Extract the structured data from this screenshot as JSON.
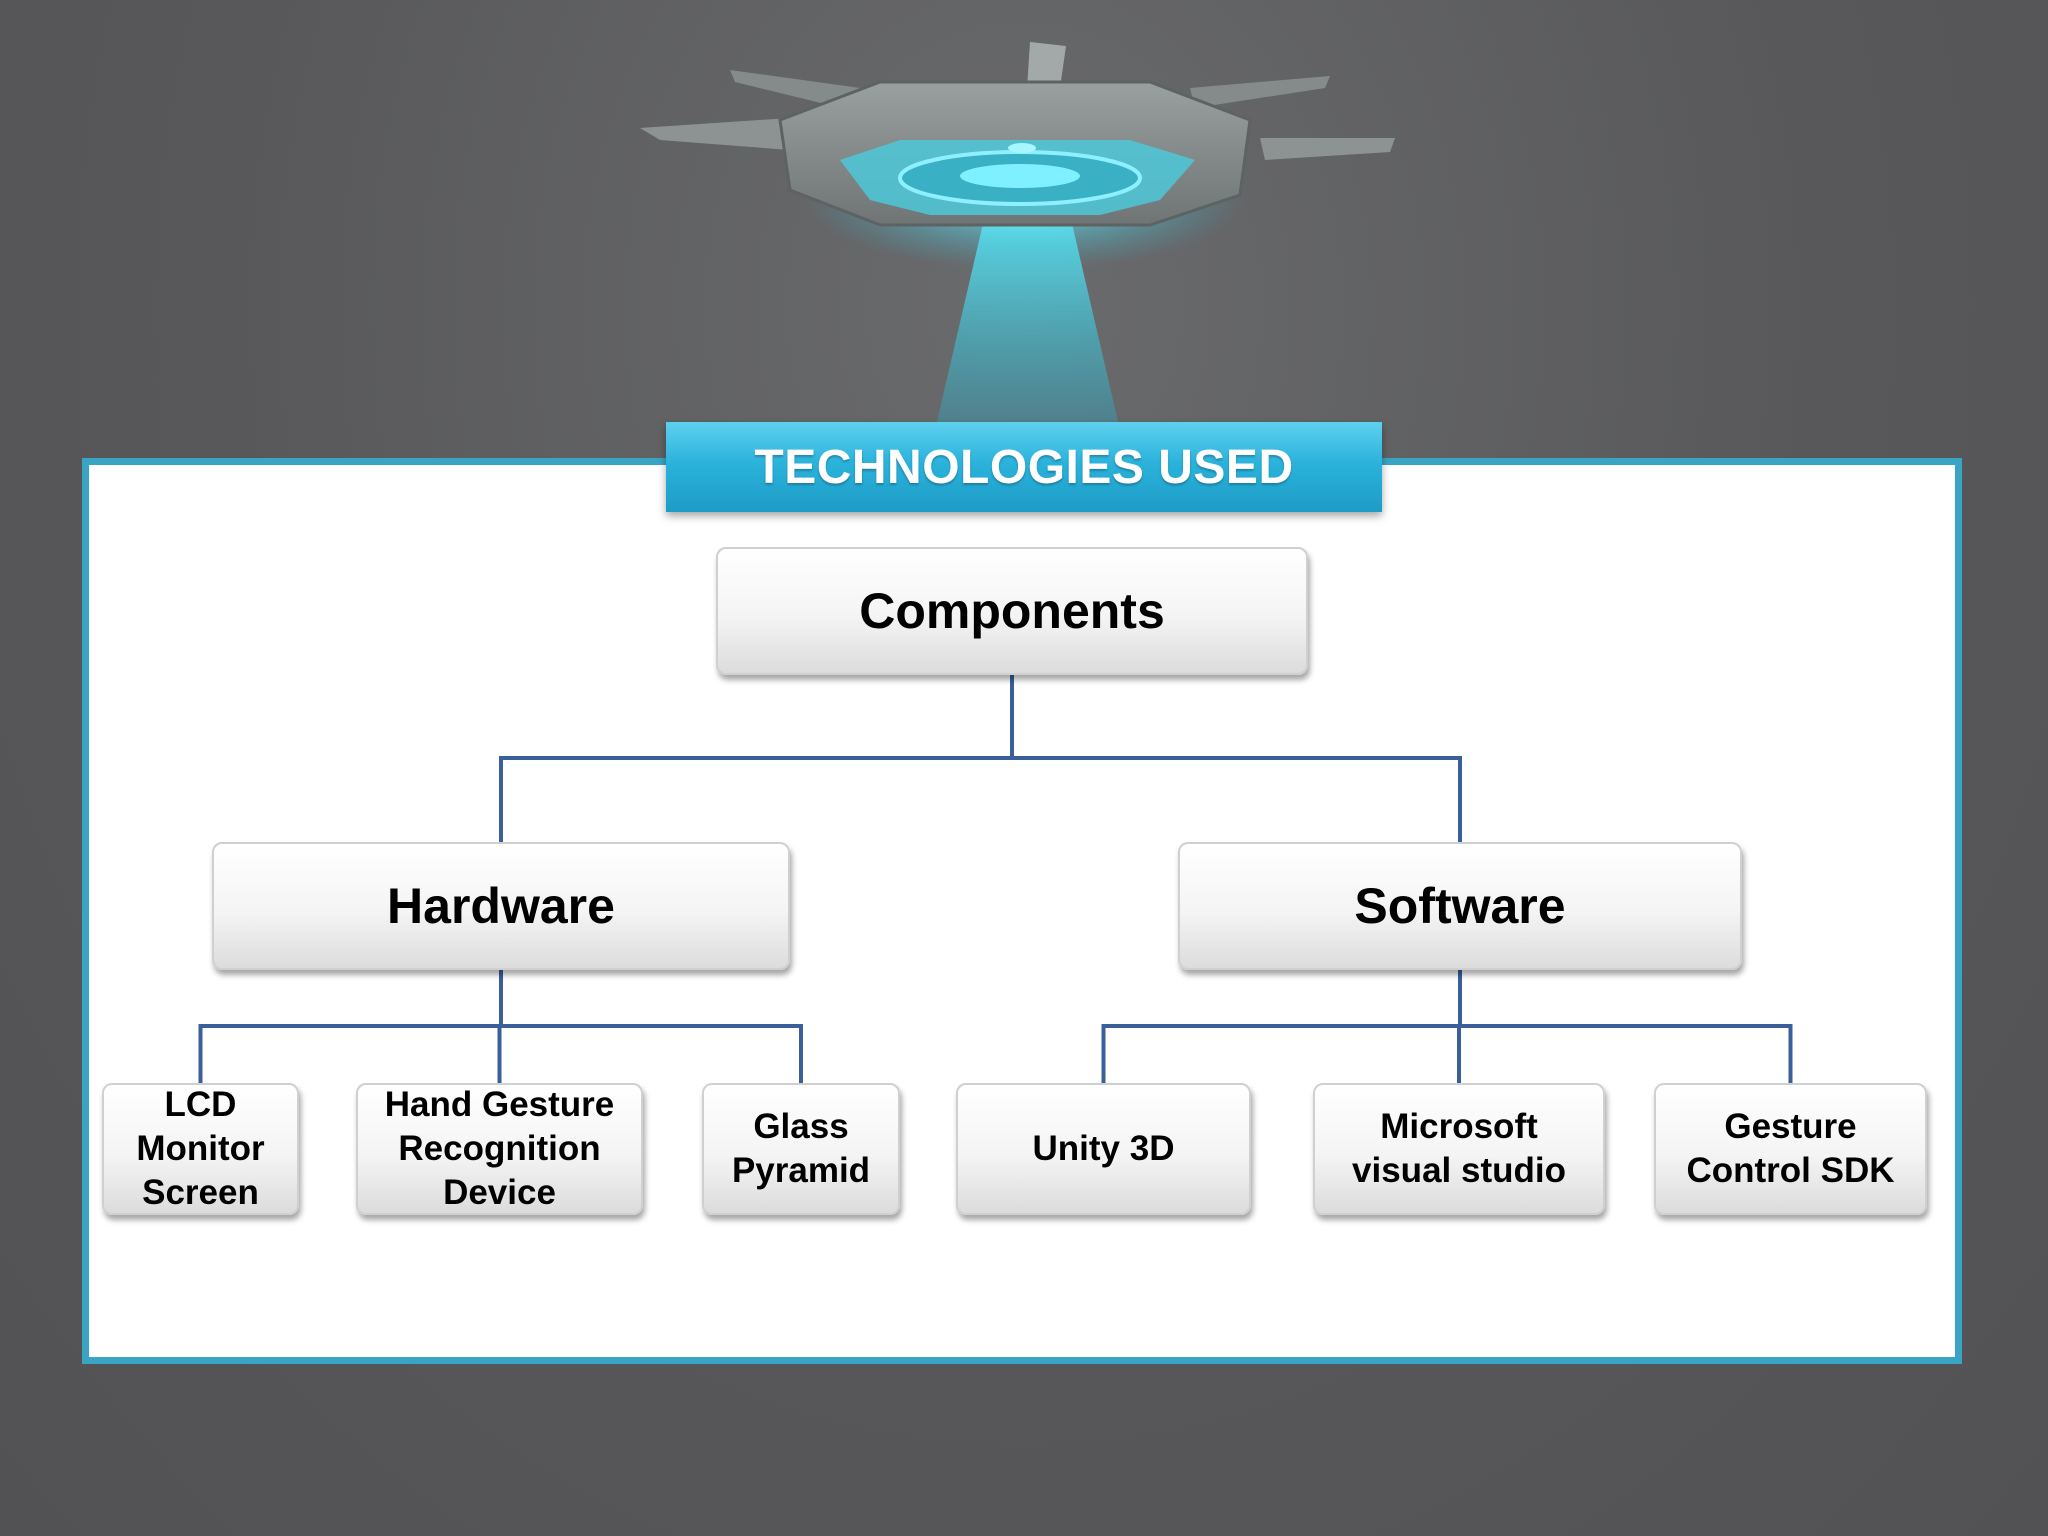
{
  "title": "TECHNOLOGIES USED",
  "colors": {
    "background": "#58585a",
    "banner": "#2bb3dc",
    "panel_border": "#3aa4c4",
    "connector": "#3b5f9a",
    "beam": "#49d3e6"
  },
  "tree": {
    "root": "Components",
    "branches": [
      {
        "label": "Hardware",
        "children": [
          "LCD\nMonitor\nScreen",
          "Hand Gesture\nRecognition\nDevice",
          "Glass\nPyramid"
        ]
      },
      {
        "label": "Software",
        "children": [
          "Unity 3D",
          "Microsoft\nvisual studio",
          "Gesture\nControl SDK"
        ]
      }
    ]
  }
}
